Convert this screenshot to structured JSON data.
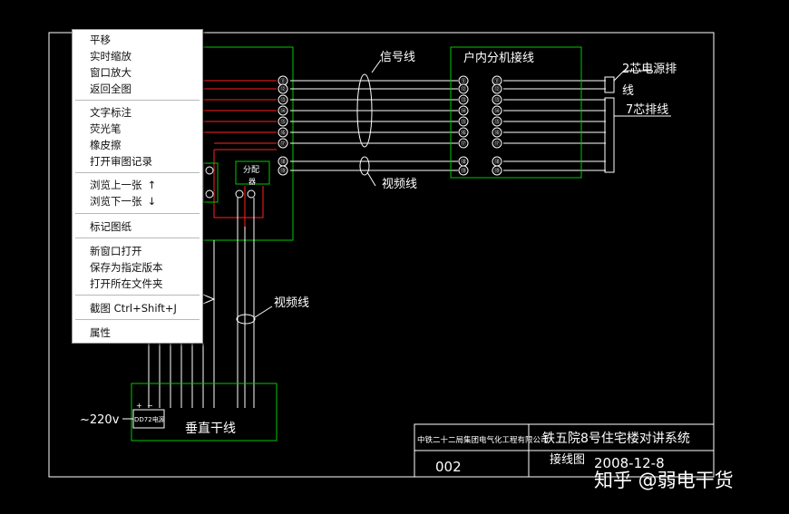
{
  "drawing": {
    "labels": {
      "signal_line": "信号线",
      "indoor_ext": "户内分机接线",
      "two_core": "2芯电源排",
      "two_core_2": "线",
      "seven_core": "7芯排线",
      "video_line_top": "视频线",
      "video_line_mid": "视频线",
      "distrib": "分配",
      "distrib_2": "器",
      "power_label": "~220v",
      "power_box": "DD72电源",
      "plus": "+",
      "minus": "−",
      "riser": "垂直干线",
      "title_company": "中铁二十二局集团电气化工程有限公司",
      "title_project": "铁五院8号住宅楼对讲系统",
      "title_sheet": "接线图",
      "title_no": "002",
      "title_date": "2008-12-8"
    },
    "terminals": [
      "⑪",
      "⑫",
      "⑬",
      "⑭",
      "⑮",
      "⑯",
      "⑰",
      "⑱",
      "⑲"
    ],
    "colors": {
      "frame": "#ffffff",
      "green": "#00c800",
      "red": "#ff2020"
    }
  },
  "context_menu": {
    "items": [
      {
        "label": "平移"
      },
      {
        "label": "实时缩放"
      },
      {
        "label": "窗口放大"
      },
      {
        "label": "返回全图"
      },
      {
        "label": "文字标注"
      },
      {
        "label": "荧光笔"
      },
      {
        "label": "橡皮擦"
      },
      {
        "label": "打开审图记录"
      },
      {
        "label": "浏览上一张",
        "arrow": "↑"
      },
      {
        "label": "浏览下一张",
        "arrow": "↓"
      },
      {
        "label": "标记图纸"
      },
      {
        "label": "新窗口打开"
      },
      {
        "label": "保存为指定版本"
      },
      {
        "label": "打开所在文件夹"
      },
      {
        "label": "截图 Ctrl+Shift+J"
      },
      {
        "label": "属性"
      }
    ]
  },
  "watermark": "知乎 @弱电干货"
}
